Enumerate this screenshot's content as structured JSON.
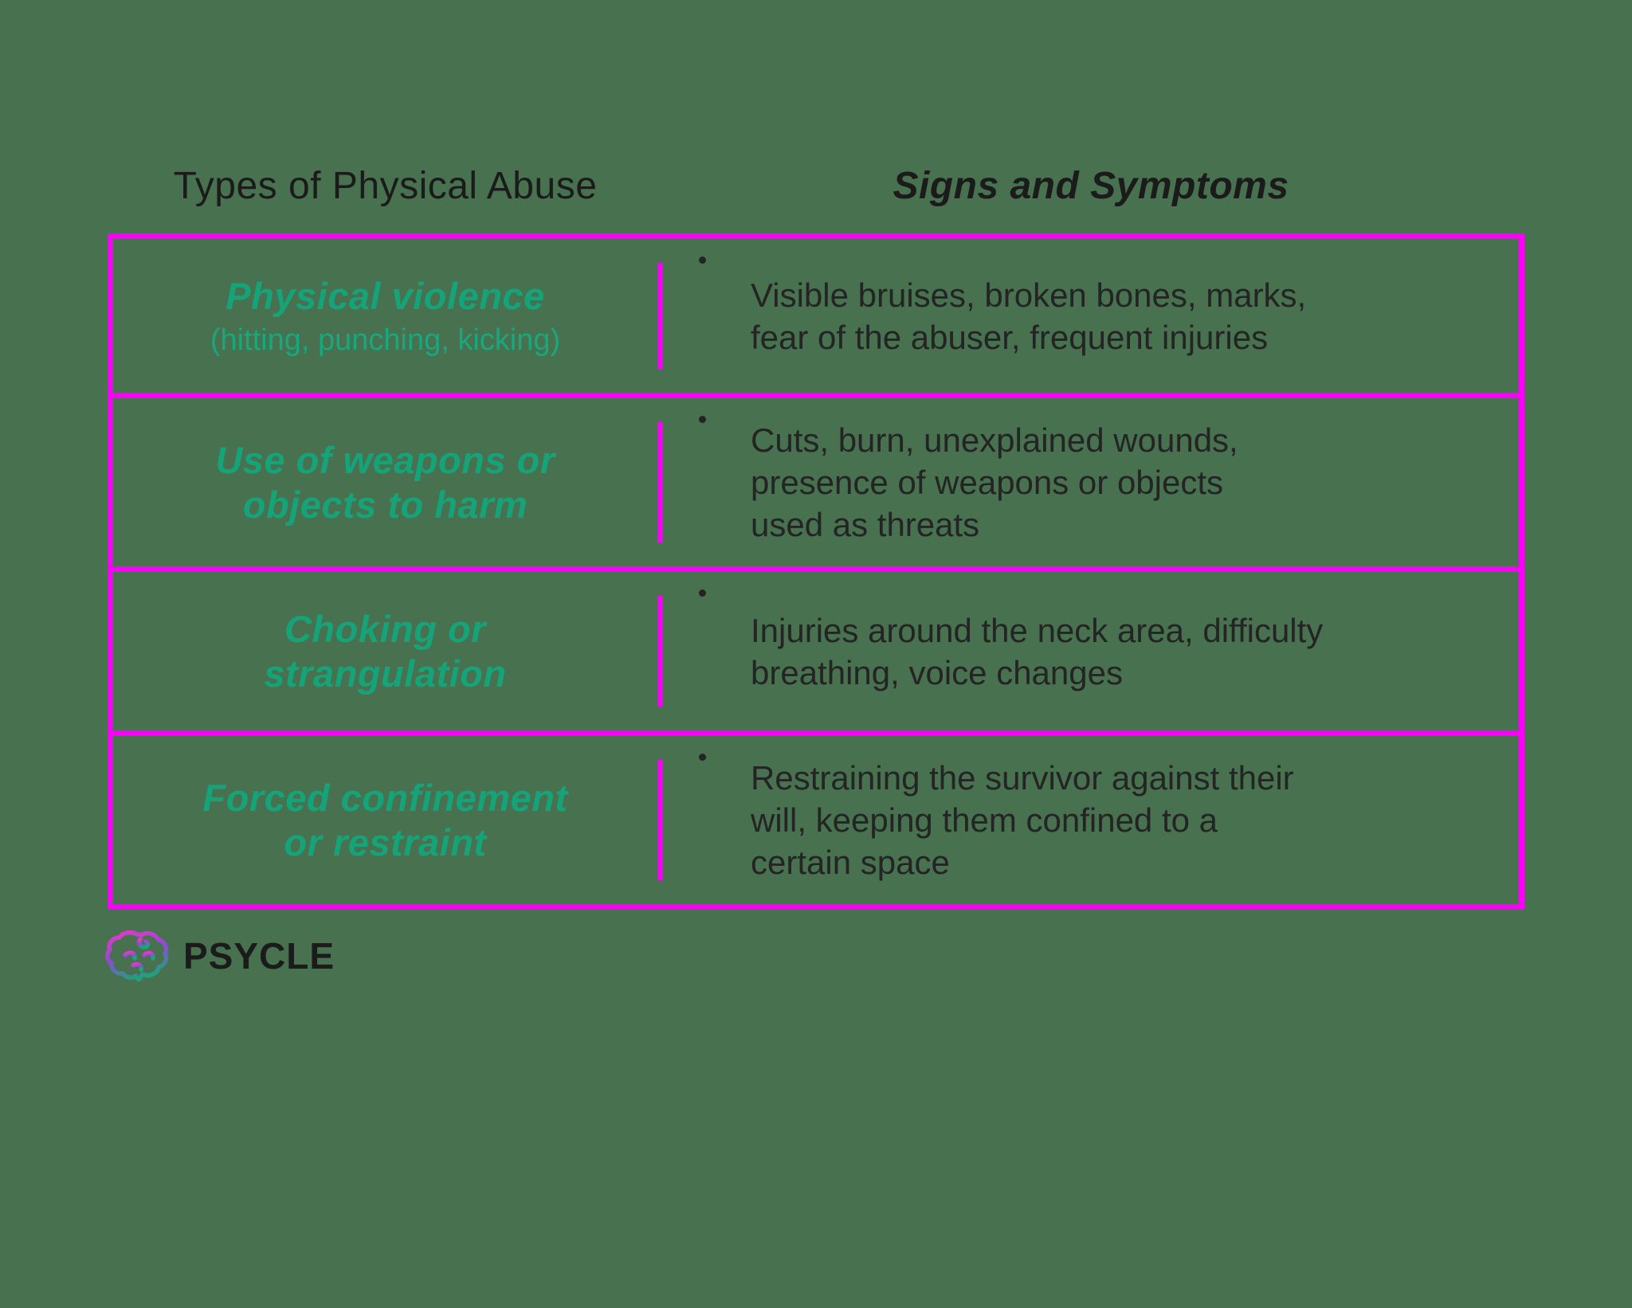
{
  "headers": {
    "left": "Types of Physical Abuse",
    "right": "Signs and Symptoms"
  },
  "table": {
    "rows": [
      {
        "type": "Physical violence",
        "note": "(hitting, punching, kicking)",
        "symptoms": "Visible bruises, broken bones, marks,\nfear of the abuser, frequent injuries"
      },
      {
        "type": "Use of weapons or\nobjects to harm",
        "symptoms": "Cuts, burn, unexplained wounds,\npresence of weapons or objects\nused as threats"
      },
      {
        "type": "Choking or\nstrangulation",
        "symptoms": "Injuries around the neck area, difficulty\nbreathing, voice changes"
      },
      {
        "type": "Forced confinement\nor restraint",
        "symptoms": "Restraining the survivor against their\nwill, keeping them confined to a\ncertain space"
      }
    ]
  },
  "logo": {
    "brand": "PSYCLE",
    "icon": "brain-gradient-icon"
  },
  "colors": {
    "background": "#47714f",
    "border_magenta": "#fa00fa",
    "type_teal": "#15a47a",
    "text_dark": "#242424",
    "logo_gradient_top": "#df3ac9",
    "logo_gradient_mid": "#8d4bd4",
    "logo_gradient_bottom": "#16a878"
  }
}
